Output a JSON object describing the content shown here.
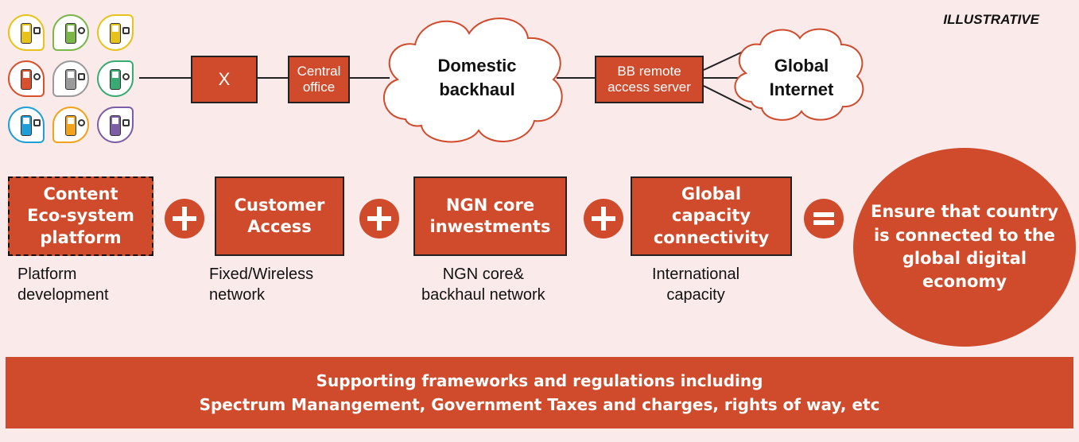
{
  "tag": "ILLUSTRATIVE",
  "network": {
    "x_box": "X",
    "central_office": "Central\noffice",
    "domestic_backhaul": "Domestic\nbackhaul",
    "bb_server": "BB remote\naccess server",
    "global_internet": "Global\nInternet"
  },
  "devices": [
    {
      "icon": "phone-signal-icon",
      "border": "#e6c21a",
      "phone": "#e6c21a"
    },
    {
      "icon": "phone-transfer-icon",
      "border": "#7ab648",
      "phone": "#7ab648"
    },
    {
      "icon": "phone-broadcast-icon",
      "border": "#e6c21a",
      "phone": "#e6c21a"
    },
    {
      "icon": "phone-music-icon",
      "border": "#d9502e",
      "phone": "#d9502e"
    },
    {
      "icon": "phone-wifi-icon",
      "border": "#9a9a9a",
      "phone": "#9a9a9a"
    },
    {
      "icon": "phone-photo-icon",
      "border": "#3aaa73",
      "phone": "#3aaa73"
    },
    {
      "icon": "phone-chat-icon",
      "border": "#1f9fd8",
      "phone": "#1f9fd8"
    },
    {
      "icon": "phone-camera-icon",
      "border": "#f2a21b",
      "phone": "#f2a21b"
    },
    {
      "icon": "phone-mail-icon",
      "border": "#7b5ea7",
      "phone": "#7b5ea7"
    }
  ],
  "pillars": [
    {
      "title": "Content\nEco-system\nplatform",
      "sub": "Platform\ndevelopment",
      "dashed": true
    },
    {
      "title": "Customer\nAccess",
      "sub": "Fixed/Wireless\nnetwork",
      "dashed": false
    },
    {
      "title": "NGN core\ninwestments",
      "sub": "NGN core&\nbackhaul network",
      "dashed": false
    },
    {
      "title": "Global\ncapacity\nconnectivity",
      "sub": "International\ncapacity",
      "dashed": false
    }
  ],
  "result": "Ensure that country\nis connected to the\nglobal digital\neconomy",
  "banner": {
    "line1": "Supporting frameworks and regulations including",
    "line2": "Spectrum Manangement, Government Taxes and charges, rights of way, etc"
  },
  "colors": {
    "accent": "#cf4b2c",
    "background": "#fbeaea"
  }
}
